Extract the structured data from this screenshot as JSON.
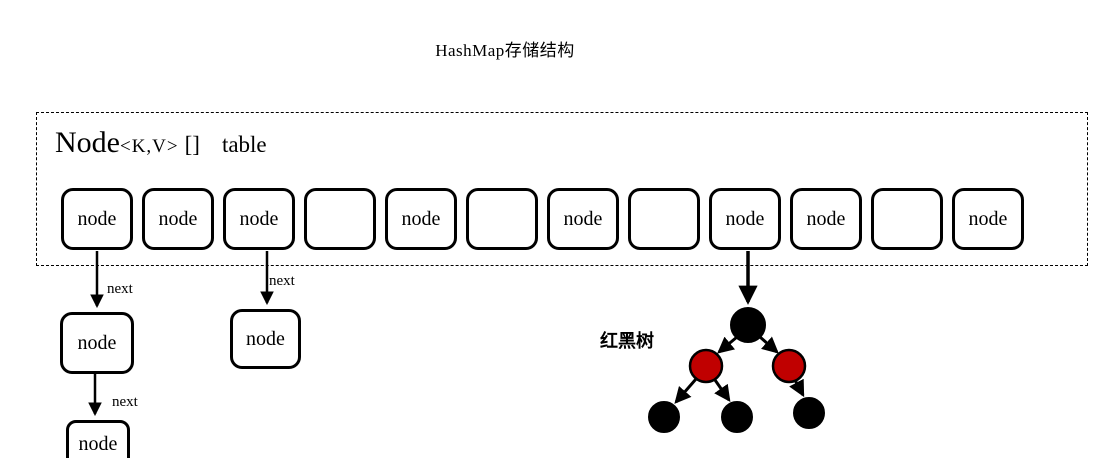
{
  "title": "HashMap存储结构",
  "table": {
    "label": {
      "node": "Node",
      "generics": "<K,V>",
      "brackets": "[]",
      "name": "table"
    },
    "slots": [
      {
        "label": "node"
      },
      {
        "label": "node"
      },
      {
        "label": "node"
      },
      {
        "label": ""
      },
      {
        "label": "node"
      },
      {
        "label": ""
      },
      {
        "label": "node"
      },
      {
        "label": ""
      },
      {
        "label": "node"
      },
      {
        "label": "node"
      },
      {
        "label": ""
      },
      {
        "label": "node"
      }
    ]
  },
  "chains": {
    "chain1": {
      "next1_label": "next",
      "node1_label": "node",
      "next2_label": "next",
      "node2_label": "node"
    },
    "chain2": {
      "next1_label": "next",
      "node1_label": "node"
    }
  },
  "tree": {
    "label": "红黑树",
    "nodes": [
      {
        "id": "root",
        "color": "black"
      },
      {
        "id": "left-child",
        "color": "red"
      },
      {
        "id": "right-child",
        "color": "red"
      },
      {
        "id": "leaf-1",
        "color": "black"
      },
      {
        "id": "leaf-2",
        "color": "black"
      },
      {
        "id": "leaf-3",
        "color": "black"
      }
    ]
  },
  "colors": {
    "node_black": "#000000",
    "node_red": "#c00000",
    "line": "#000000"
  }
}
